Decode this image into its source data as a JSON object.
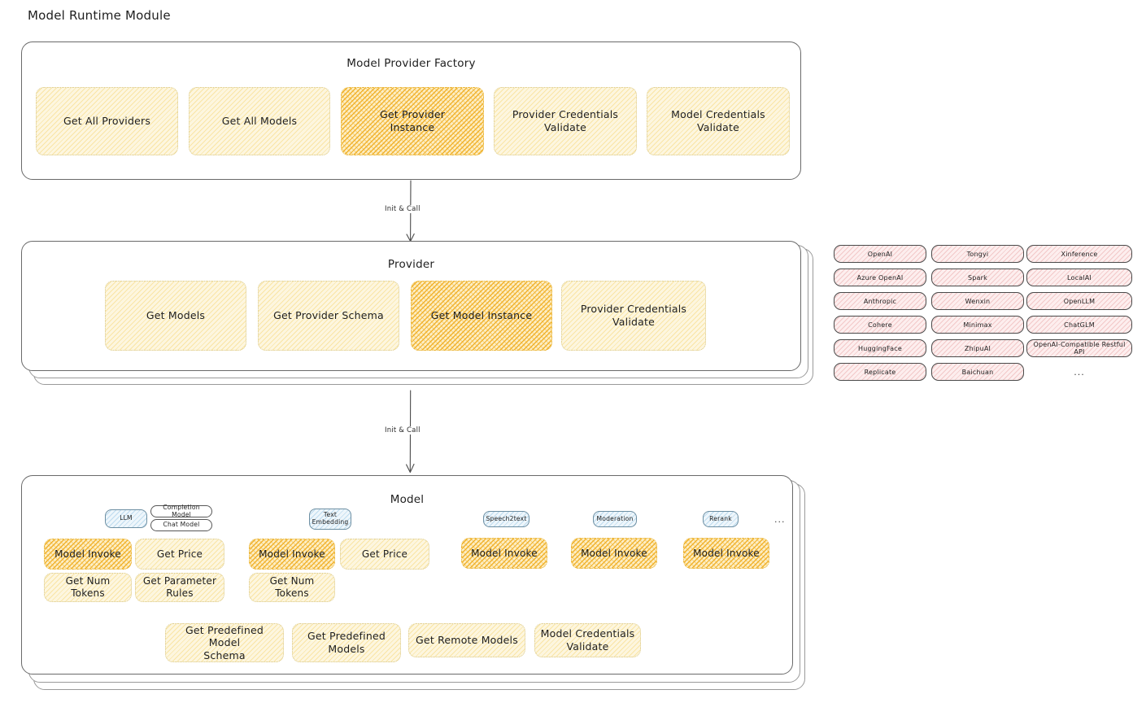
{
  "page": {
    "title": "Model Runtime Module"
  },
  "factory": {
    "title": "Model Provider Factory",
    "methods": [
      {
        "label": "Get All Providers",
        "highlight": false
      },
      {
        "label": "Get All Models",
        "highlight": false
      },
      {
        "label": "Get Provider\nInstance",
        "highlight": true
      },
      {
        "label": "Provider Credentials\nValidate",
        "highlight": false
      },
      {
        "label": "Model Credentials\nValidate",
        "highlight": false
      }
    ]
  },
  "arrow1": {
    "label": "Init & Call"
  },
  "provider": {
    "title": "Provider",
    "methods": [
      {
        "label": "Get Models",
        "highlight": false
      },
      {
        "label": "Get Provider Schema",
        "highlight": false
      },
      {
        "label": "Get Model Instance",
        "highlight": true
      },
      {
        "label": "Provider Credentials\nValidate",
        "highlight": false
      }
    ]
  },
  "arrow2": {
    "label": "Init & Call"
  },
  "provider_list": {
    "columns": [
      [
        "OpenAI",
        "Azure OpenAI",
        "Anthropic",
        "Cohere",
        "HuggingFace",
        "Replicate"
      ],
      [
        "Tongyi",
        "Spark",
        "Wenxin",
        "Minimax",
        "ZhipuAI",
        "Baichuan"
      ],
      [
        "Xinference",
        "LocalAI",
        "OpenLLM",
        "ChatGLM",
        "OpenAI-Compatible Restful API"
      ]
    ],
    "ellipsis": "..."
  },
  "model": {
    "title": "Model",
    "ellipsis": "...",
    "types": [
      {
        "badge": "LLM",
        "badge_blue": true,
        "sub_badges": [
          "Completion Model",
          "Chat Model"
        ],
        "methods": [
          {
            "label": "Model Invoke",
            "highlight": true
          },
          {
            "label": "Get Price",
            "highlight": false
          },
          {
            "label": "Get Num Tokens",
            "highlight": false
          },
          {
            "label": "Get Parameter\nRules",
            "highlight": false
          }
        ]
      },
      {
        "badge": "Text\nEmbedding",
        "badge_blue": true,
        "sub_badges": [],
        "methods": [
          {
            "label": "Model Invoke",
            "highlight": true
          },
          {
            "label": "Get Price",
            "highlight": false
          },
          {
            "label": "Get Num Tokens",
            "highlight": false
          }
        ]
      },
      {
        "badge": "Speech2text",
        "badge_blue": true,
        "sub_badges": [],
        "methods": [
          {
            "label": "Model Invoke",
            "highlight": true
          }
        ]
      },
      {
        "badge": "Moderation",
        "badge_blue": true,
        "sub_badges": [],
        "methods": [
          {
            "label": "Model Invoke",
            "highlight": true
          }
        ]
      },
      {
        "badge": "Rerank",
        "badge_blue": true,
        "sub_badges": [],
        "methods": [
          {
            "label": "Model Invoke",
            "highlight": true
          }
        ]
      }
    ],
    "common_methods": [
      {
        "label": "Get Predefined Model\nSchema",
        "highlight": false
      },
      {
        "label": "Get Predefined\nModels",
        "highlight": false
      },
      {
        "label": "Get Remote Models",
        "highlight": false
      },
      {
        "label": "Model Credentials\nValidate",
        "highlight": false
      }
    ]
  },
  "colors": {
    "chip_fill": "#fdf6df",
    "chip_highlight_fill": "#fdeec4",
    "pill_fill": "#fdeeee",
    "badge_blue_fill": "#eef6fb",
    "panel_border": "#6a6a6a",
    "text": "#1e1e1e"
  }
}
